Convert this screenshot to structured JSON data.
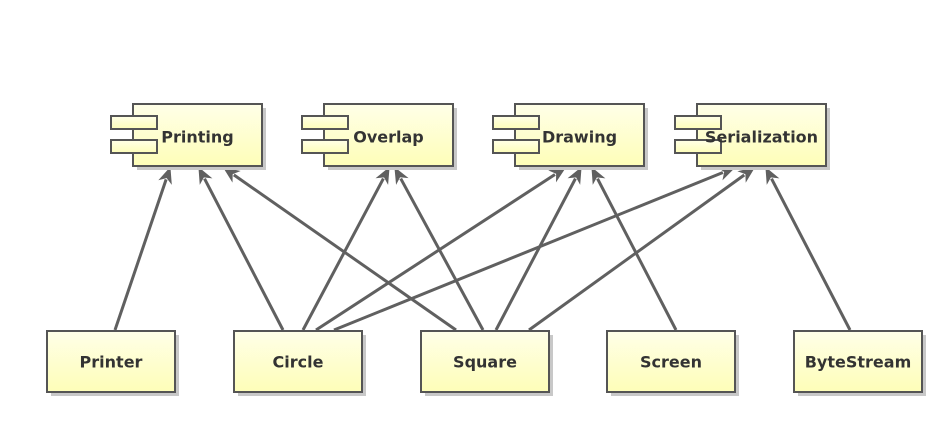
{
  "interfaces": [
    {
      "id": "printing",
      "label": "Printing"
    },
    {
      "id": "overlap",
      "label": "Overlap"
    },
    {
      "id": "drawing",
      "label": "Drawing"
    },
    {
      "id": "serialization",
      "label": "Serialization"
    }
  ],
  "classes": [
    {
      "id": "printer",
      "label": "Printer"
    },
    {
      "id": "circle",
      "label": "Circle"
    },
    {
      "id": "square",
      "label": "Square"
    },
    {
      "id": "screen",
      "label": "Screen"
    },
    {
      "id": "bytestream",
      "label": "ByteStream"
    }
  ],
  "edges": [
    {
      "from": "printer",
      "to": "printing"
    },
    {
      "from": "circle",
      "to": "printing"
    },
    {
      "from": "circle",
      "to": "overlap"
    },
    {
      "from": "circle",
      "to": "drawing"
    },
    {
      "from": "circle",
      "to": "serialization"
    },
    {
      "from": "square",
      "to": "printing"
    },
    {
      "from": "square",
      "to": "overlap"
    },
    {
      "from": "square",
      "to": "drawing"
    },
    {
      "from": "square",
      "to": "serialization"
    },
    {
      "from": "screen",
      "to": "drawing"
    },
    {
      "from": "bytestream",
      "to": "serialization"
    }
  ],
  "colors": {
    "fill_top": "#ffffe8",
    "fill_bottom": "#fefeb8",
    "stroke": "#555555",
    "edge": "#606060"
  }
}
